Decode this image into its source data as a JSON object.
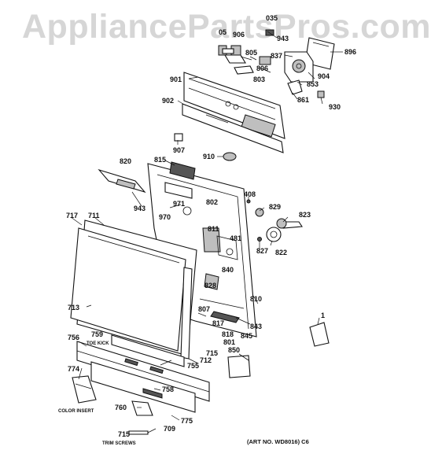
{
  "watermark": "AppliancePartsPros.com",
  "art_number": "(ART NO. WD8016) C6",
  "captions": {
    "toe_kick": "TOE KICK",
    "color_insert": "COLOR INSERT",
    "trim_screws": "TRIM SCREWS"
  },
  "parts": {
    "p035": "035",
    "p05": "05",
    "p906": "906",
    "p943a": "943",
    "p805": "805",
    "p896": "896",
    "p837": "837",
    "p806": "806",
    "p803": "803",
    "p853": "853",
    "p904": "904",
    "p901": "901",
    "p861": "861",
    "p930": "930",
    "p902": "902",
    "p907": "907",
    "p910": "910",
    "p815": "815",
    "p820": "820",
    "p408": "408",
    "p971": "971",
    "p802": "802",
    "p829": "829",
    "p943b": "943",
    "p970": "970",
    "p823": "823",
    "p717": "717",
    "p711": "711",
    "p811": "811",
    "p481": "481",
    "p827": "827",
    "p822": "822",
    "p840": "840",
    "p828": "828",
    "p810": "810",
    "p713": "713",
    "p807": "807",
    "p843": "843",
    "p817": "817",
    "p845": "845",
    "p1": "1",
    "p759": "759",
    "p756": "756",
    "p818": "818",
    "p801": "801",
    "p715a": "715",
    "p850": "850",
    "p712": "712",
    "p755": "755",
    "p774": "774",
    "p758": "758",
    "p760": "760",
    "p775": "775",
    "p715b": "715",
    "p709": "709"
  }
}
